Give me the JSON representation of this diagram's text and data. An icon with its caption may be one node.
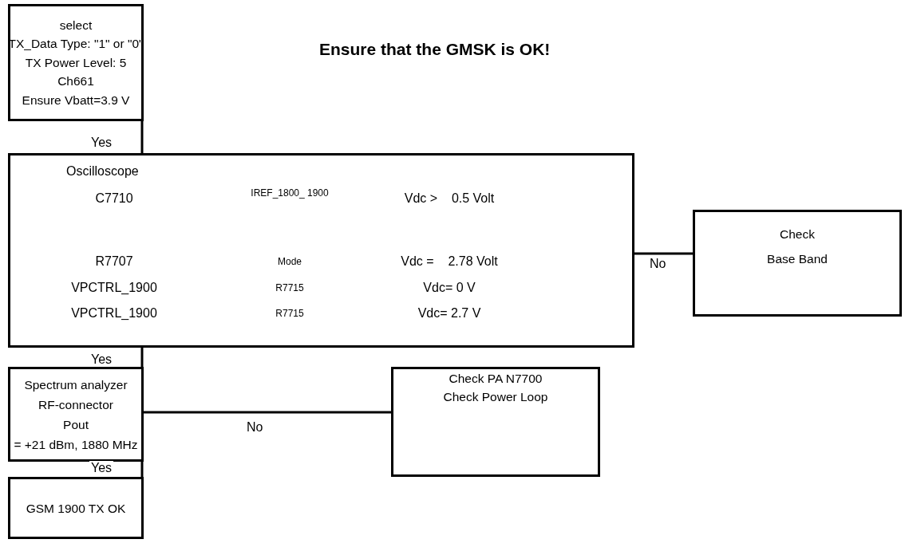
{
  "diagram": {
    "title": "Ensure that the GMSK is OK!",
    "nodes": [
      {
        "text": [
          "select",
          "TX_Data Type: \"1\" or \"0\"",
          "TX Power Level: 5",
          "Ch661",
          "Ensure Vbatt=3.9 V"
        ]
      },
      {
        "text": [
          "Oscilloscope",
          "C7710",
          "IREF_1800_ 1900",
          "Vdc >    0.5 Volt",
          "R7707",
          "Mode",
          "Vdc =    2.78 Volt",
          "VPCTRL_1900",
          "R7715",
          "Vdc= 0 V",
          "VPCTRL_1900",
          "R7715",
          "Vdc= 2.7 V"
        ]
      },
      {
        "text": [
          "Check",
          "Base Band"
        ]
      },
      {
        "text": [
          "Spectrum analyzer",
          "RF-connector",
          "Pout",
          "=  +21 dBm, 1880 MHz"
        ]
      },
      {
        "text": [
          "Check PA N7700",
          "Check Power Loop"
        ]
      },
      {
        "text": [
          "GSM 1900 TX OK"
        ]
      }
    ],
    "edges": [
      {
        "from": 0,
        "to": 1,
        "arrow": "none",
        "label": "Yes"
      },
      {
        "from": 1,
        "to": 2,
        "arrow": "none",
        "label": "No"
      },
      {
        "from": 1,
        "to": 3,
        "arrow": "none",
        "label": "Yes"
      },
      {
        "from": 3,
        "to": 4,
        "arrow": "none",
        "label": "No"
      },
      {
        "from": 3,
        "to": 5,
        "arrow": "none",
        "label": "Yes"
      }
    ]
  }
}
